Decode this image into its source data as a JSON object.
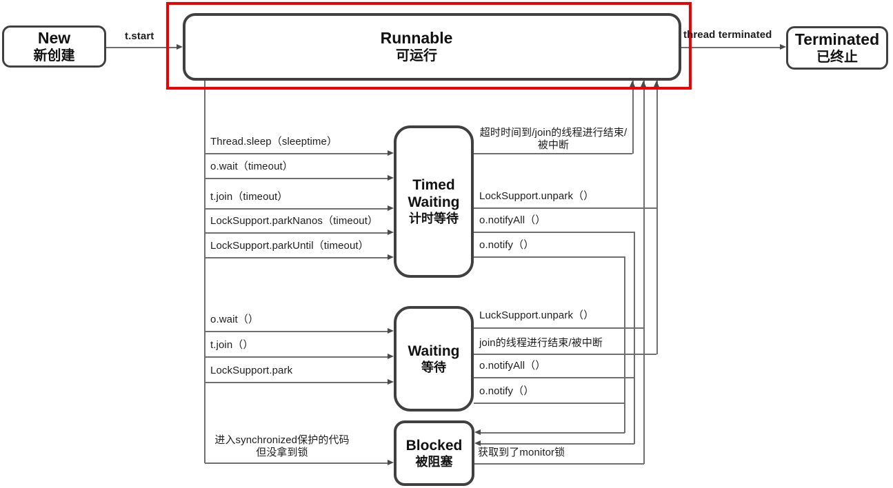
{
  "states": {
    "new": {
      "en": "New",
      "zh": "新创建"
    },
    "runnable": {
      "en": "Runnable",
      "zh": "可运行"
    },
    "terminated": {
      "en": "Terminated",
      "zh": "已终止"
    },
    "timed_waiting": {
      "en1": "Timed",
      "en2": "Waiting",
      "zh": "计时等待"
    },
    "waiting": {
      "en": "Waiting",
      "zh": "等待"
    },
    "blocked": {
      "en": "Blocked",
      "zh": "被阻塞"
    }
  },
  "edges": {
    "t_start": "t.start",
    "thread_terminated": "thread terminated",
    "to_timed_waiting": [
      "Thread.sleep（sleeptime）",
      "o.wait（timeout）",
      "t.join（timeout）",
      "LockSupport.parkNanos（timeout）",
      "LockSupport.parkUntil（timeout）"
    ],
    "to_waiting": [
      "o.wait（）",
      "t.join（）",
      "LockSupport.park"
    ],
    "to_blocked": {
      "line1": "进入synchronized保护的代码",
      "line2": "但没拿到锁"
    },
    "tw_to_runnable_timeout": {
      "line1": "超时时间到/join的线程进行结束/",
      "line2": "被中断"
    },
    "tw_to_runnable_unpark": "LockSupport.unpark（）",
    "tw_notifyAll": "o.notifyAll（）",
    "tw_notify": "o.notify（）",
    "w_to_runnable_unpark": "LuckSupport.unpark（）",
    "w_to_runnable_join_end": "join的线程进行结束/被中断",
    "w_notifyAll": "o.notifyAll（）",
    "w_notify": "o.notify（）",
    "blocked_to_runnable_monitor": "获取到了monitor锁"
  },
  "colors": {
    "highlight": "#f00000",
    "box_border": "#404040",
    "line": "#6e6e6e",
    "arrow": "#4a4a4a",
    "text": "#1d1d1d"
  }
}
